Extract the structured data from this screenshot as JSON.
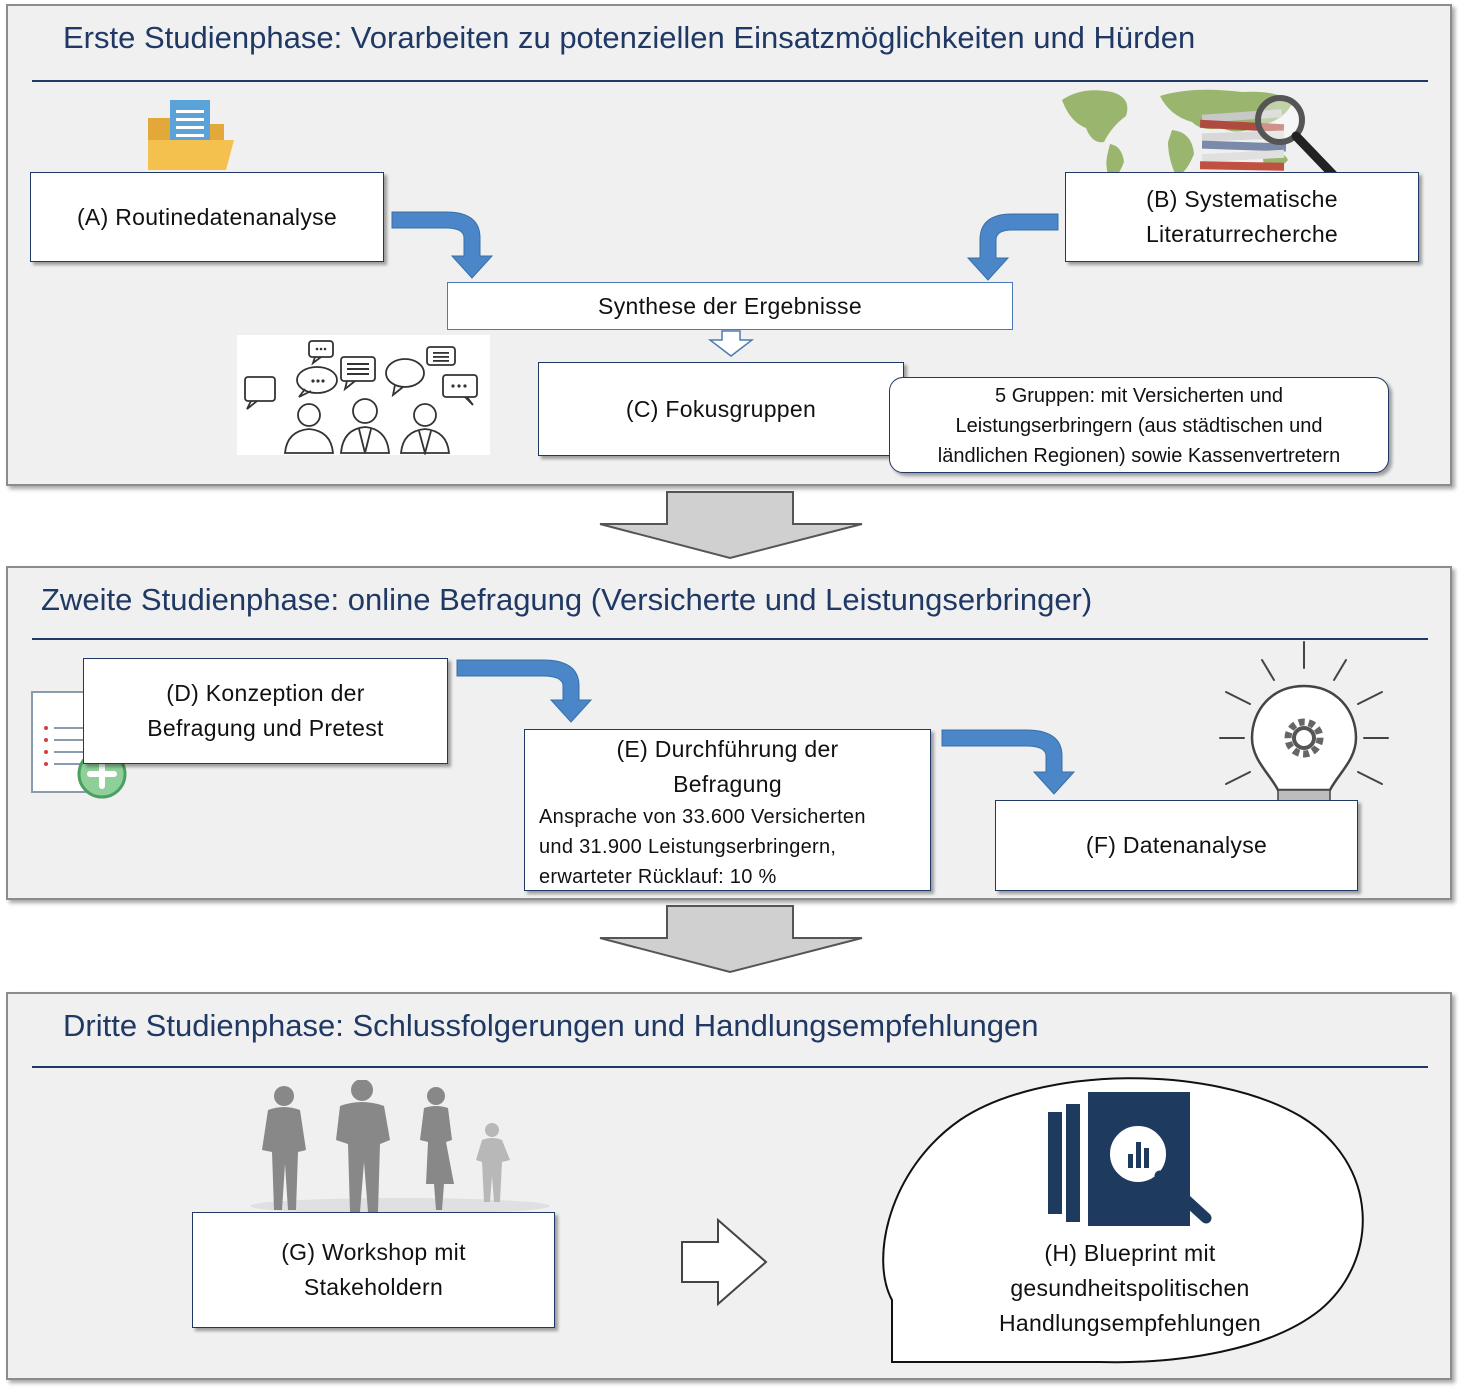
{
  "phase1": {
    "title": "Erste Studienphase: Vorarbeiten zu potenziellen Einsatzmöglichkeiten und Hürden",
    "box_a": "(A) Routinedatenanalyse",
    "box_b": [
      "(B) Systematische",
      "Literaturrecherche"
    ],
    "synthesis": "Synthese der Ergebnisse",
    "box_c": "(C) Fokusgruppen",
    "note": [
      "5 Gruppen: mit Versicherten und",
      "Leistungserbringern (aus städtischen und",
      "ländlichen Regionen) sowie Kassenvertretern"
    ]
  },
  "phase2": {
    "title": "Zweite Studienphase: online Befragung (Versicherte und Leistungserbringer)",
    "box_d": [
      "(D) Konzeption der",
      "Befragung und Pretest"
    ],
    "box_e": [
      "(E) Durchführung der",
      "Befragung"
    ],
    "box_e_details": [
      "Ansprache von 33.600 Versicherten",
      "und 31.900 Leistungserbringern,",
      "erwarteter Rücklauf: 10 %"
    ],
    "box_f": "(F) Datenanalyse"
  },
  "phase3": {
    "title": "Dritte Studienphase: Schlussfolgerungen und Handlungsempfehlungen",
    "box_g": [
      "(G) Workshop mit",
      "Stakeholdern"
    ],
    "box_h": [
      "(H) Blueprint mit",
      "gesundheitspolitischen",
      "Handlungsempfehlungen"
    ]
  },
  "colors": {
    "title": "#1f3864",
    "arrow_blue": "#4a86c8",
    "phase_bg": "#f0f0f0",
    "big_arrow": "#d0d0d0"
  },
  "icons": [
    "folder-document-icon",
    "world-map-newspaper-magnifier-icon",
    "speech-bubbles-people-icon",
    "document-add-icon",
    "lightbulb-gear-icon",
    "people-silhouettes-icon",
    "report-magnifier-icon"
  ]
}
